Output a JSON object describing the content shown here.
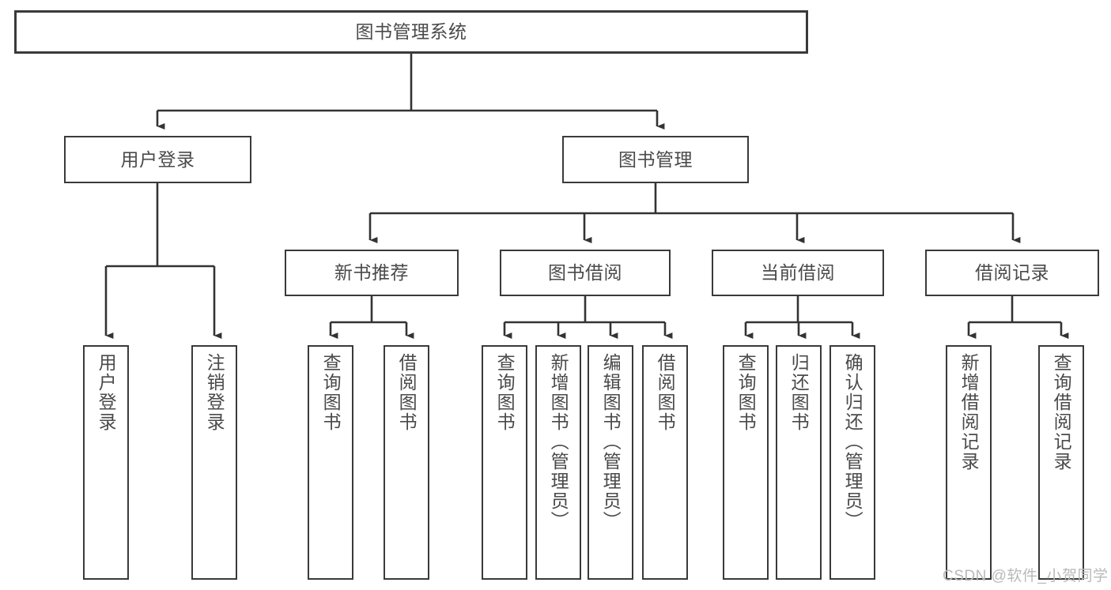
{
  "diagram": {
    "type": "tree-hierarchy-chart",
    "title": "图书管理系统",
    "colors": {
      "box_border": "#3a3a3a",
      "box_fill": "#ffffff",
      "text": "#4a4a4a",
      "connector": "#333333",
      "watermark": "#b9b9b9",
      "background": "#ffffff"
    },
    "nodes": {
      "root": {
        "label": "图书管理系统",
        "level": 1
      },
      "level2": [
        {
          "id": "user-login",
          "label": "用户登录"
        },
        {
          "id": "book-management",
          "label": "图书管理"
        }
      ],
      "level3": [
        {
          "id": "new-book-recommend",
          "label": "新书推荐"
        },
        {
          "id": "book-borrow",
          "label": "图书借阅"
        },
        {
          "id": "current-borrow",
          "label": "当前借阅"
        },
        {
          "id": "borrow-record",
          "label": "借阅记录"
        }
      ],
      "leaves": {
        "user-login": [
          {
            "id": "leaf-user-login",
            "label": "用户登录"
          },
          {
            "id": "leaf-user-logout",
            "label": "注销登录"
          }
        ],
        "new-book-recommend": [
          {
            "id": "leaf-query-book-1",
            "label": "查询图书"
          },
          {
            "id": "leaf-borrow-book-1",
            "label": "借阅图书"
          }
        ],
        "book-borrow": [
          {
            "id": "leaf-query-book-2",
            "label": "查询图书"
          },
          {
            "id": "leaf-add-book",
            "label": "新增图书（管理员）"
          },
          {
            "id": "leaf-edit-book",
            "label": "编辑图书（管理员）"
          },
          {
            "id": "leaf-borrow-book-2",
            "label": "借阅图书"
          }
        ],
        "current-borrow": [
          {
            "id": "leaf-query-book-3",
            "label": "查询图书"
          },
          {
            "id": "leaf-return-book",
            "label": "归还图书"
          },
          {
            "id": "leaf-confirm-return",
            "label": "确认归还（管理员）"
          }
        ],
        "borrow-record": [
          {
            "id": "leaf-add-record",
            "label": "新增借阅记录"
          },
          {
            "id": "leaf-query-record",
            "label": "查询借阅记录"
          }
        ]
      }
    },
    "watermark": "CSDN @软件_小贺同学"
  }
}
